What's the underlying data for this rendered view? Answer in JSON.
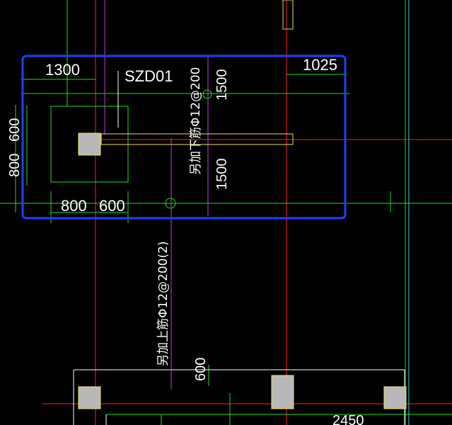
{
  "drawing": {
    "background": "#000000",
    "colors": {
      "axis_red": "#ff2020",
      "dim_green": "#22dd22",
      "rebar_magenta": "#c040e0",
      "column_fill": "#b8b8b8",
      "column_border": "#e8e060",
      "selection_blue": "#2040ff",
      "cyan": "#40d0d0",
      "text": "#ffffff"
    },
    "labels": {
      "dim_1300": "1300",
      "dim_1025": "1025",
      "pile_cap_id": "SZD01",
      "dim_600_vertical": "600",
      "dim_800_vertical": "800",
      "dim_800_bottom": "800",
      "dim_600_bottom": "600",
      "dim_1500_top": "1500",
      "dim_1500_bottom": "1500",
      "rebar_lower": "另加下筋Φ12@200",
      "rebar_upper": "另加上筋Φ12@200(2)",
      "dim_600_lower": "600",
      "dim_2450_partial": "2450"
    }
  }
}
